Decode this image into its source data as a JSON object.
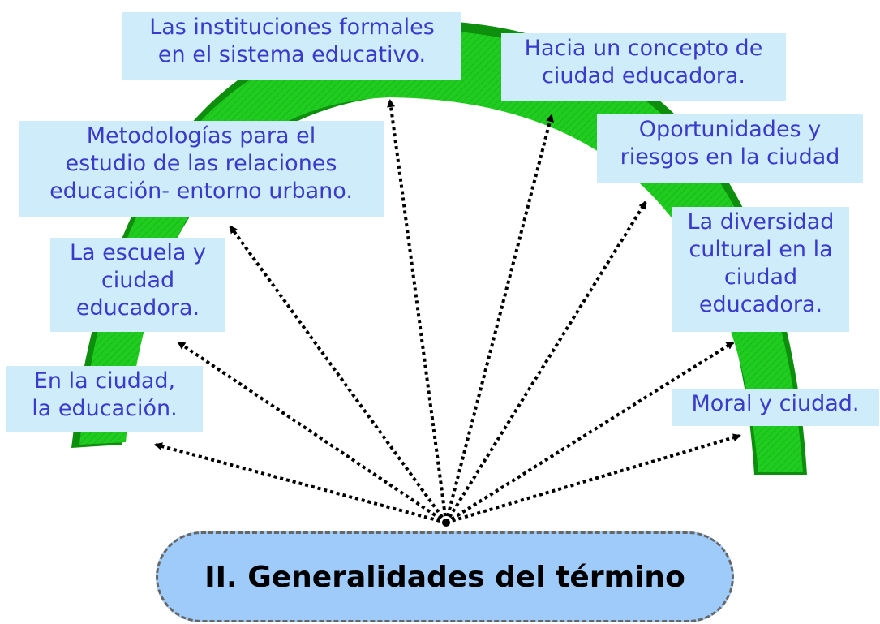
{
  "central_topic": "II. Generalidades del término",
  "subtopics": [
    "En la ciudad,\nla educación.",
    "La escuela y\nciudad\neducadora.",
    "Metodologías para el\nestudio de las relaciones\neducación- entorno urbano.",
    "Las instituciones formales\nen el sistema educativo.",
    "Hacia un concepto de\nciudad educadora.",
    "Oportunidades y\nriesgos en la ciudad",
    "La diversidad\ncultural en la\nciudad\neducadora.",
    "Moral y ciudad."
  ],
  "colors": {
    "arc_fill": "#1fcc1f",
    "arc_edge": "#0d8f0d",
    "topic_box": "#cfecfb",
    "topic_text": "#3a3acb",
    "central_fill": "#9ecbf9",
    "central_border": "#666666",
    "connector": "#000000"
  }
}
